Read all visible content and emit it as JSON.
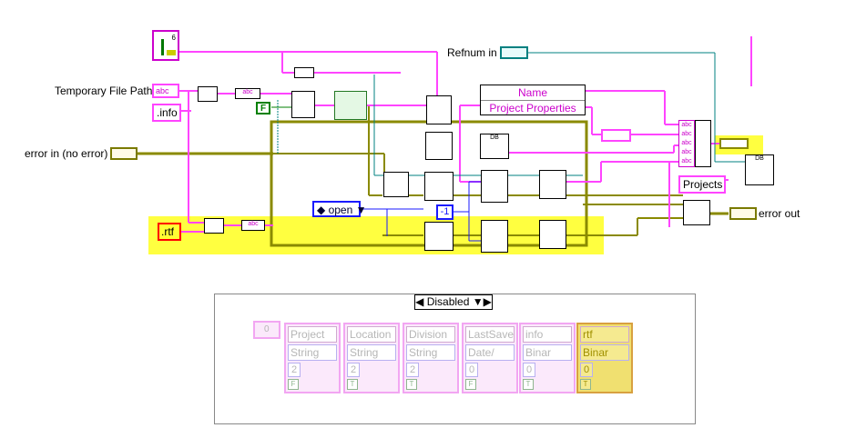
{
  "labels": {
    "temp_file_path": "Temporary File Path",
    "error_in": "error in (no error)",
    "refnum_in": "Refnum in",
    "error_out": "error out"
  },
  "constants": {
    "abc": "abc",
    "info": ".info",
    "rtf": ".rtf",
    "false": "F",
    "open": "open",
    "minus_one": "-1",
    "projects": "Projects",
    "seq_count": "6"
  },
  "bundle": {
    "fields": [
      "Name",
      "Project Properties"
    ]
  },
  "disabled_structure": {
    "selector_label": "Disabled",
    "array_index": "0",
    "columns": [
      {
        "name": "Project",
        "type": "String",
        "size": "2",
        "flag": "F"
      },
      {
        "name": "Location",
        "type": "String",
        "size": "2",
        "flag": "T"
      },
      {
        "name": "Division",
        "type": "String",
        "size": "2",
        "flag": "T"
      },
      {
        "name": "LastSave",
        "type": "Date/",
        "size": "0",
        "flag": "F"
      },
      {
        "name": "info",
        "type": "Binar",
        "size": "0",
        "flag": "T"
      },
      {
        "name": "rtf",
        "type": "Binar",
        "size": "0",
        "flag": "T"
      }
    ]
  },
  "colors": {
    "string_wire": "#ff44ff",
    "error_wire": "#8a8a00",
    "refnum_wire": "#008080",
    "numeric_wire": "#1a1aff",
    "highlight": "#ffff00"
  }
}
